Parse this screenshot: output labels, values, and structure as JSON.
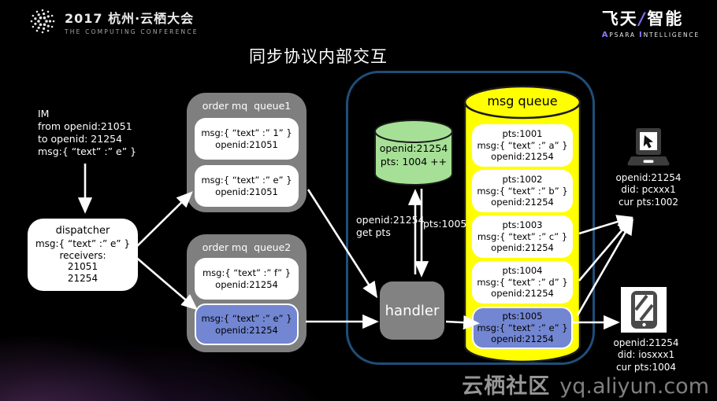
{
  "colors": {
    "container_border": "#1F4E79",
    "queue_gray": "#7F7F7F",
    "highlight_blue": "#7286D2",
    "store_green": "#A6E096",
    "queue_yellow": "#FFFF00",
    "accent_purple": "#7D6CF0"
  },
  "header": {
    "conference": {
      "title": "2017 杭州·云栖大会",
      "subtitle": "THE COMPUTING CONFERENCE"
    },
    "apsara": {
      "cn1": "飞天",
      "slash": "/",
      "cn2": "智能",
      "en1": "A",
      "en2": "PSARA",
      "en3": "I",
      "en4": "NTELLIGENCE"
    }
  },
  "title": "同步协议内部交互",
  "im": {
    "l1": "IM",
    "l2": "from openid:21051",
    "l3": "to openid: 21254",
    "l4": "msg:{ “text” :” e” }"
  },
  "dispatcher": {
    "title": "dispatcher",
    "msg": "msg:{ “text” :” e” }",
    "receivers_label": "receivers:",
    "receiver1": "21051",
    "receiver2": "21254"
  },
  "queue1": {
    "title": "order mq  queue1",
    "items": [
      {
        "msg": "msg:{ “text” :” 1” }",
        "openid": "openid:21051"
      },
      {
        "msg": "msg:{ “text” :” e” }",
        "openid": "openid:21051"
      }
    ]
  },
  "queue2": {
    "title": "order mq  queue2",
    "items": [
      {
        "msg": "msg:{ “text” :” f” }",
        "openid": "openid:21254"
      },
      {
        "msg": "msg:{ “text” :” e” }",
        "openid": "openid:21254"
      }
    ]
  },
  "pts_store": {
    "l1": "openid:21254",
    "l2": "pts: 1004 ++"
  },
  "labels": {
    "get_pts_l1": "openid:21254",
    "get_pts_l2": "get pts",
    "pts_result": "pts:1005"
  },
  "handler_label": "handler",
  "msg_queue": {
    "title": "msg queue",
    "items": [
      {
        "pts": "pts:1001",
        "msg": "msg:{ “text” :” a” }",
        "openid": "openid:21254"
      },
      {
        "pts": "pts:1002",
        "msg": "msg:{ “text” :” b” }",
        "openid": "openid:21254"
      },
      {
        "pts": "pts:1003",
        "msg": "msg:{ “text” :” c” }",
        "openid": "openid:21254"
      },
      {
        "pts": "pts:1004",
        "msg": "msg:{ “text” :” d” }",
        "openid": "openid:21254"
      },
      {
        "pts": "pts:1005",
        "msg": "msg:{ “text” :” e” }",
        "openid": "openid:21254"
      }
    ]
  },
  "devices": {
    "pc": {
      "l1": "openid:21254",
      "l2": "did: pcxxx1",
      "l3": "cur pts:1002"
    },
    "ios": {
      "l1": "openid:21254",
      "l2": "did: iosxxx1",
      "l3": "cur pts:1004"
    }
  },
  "watermark": {
    "cn": "云栖社区",
    "url": "yq.aliyun.com"
  }
}
